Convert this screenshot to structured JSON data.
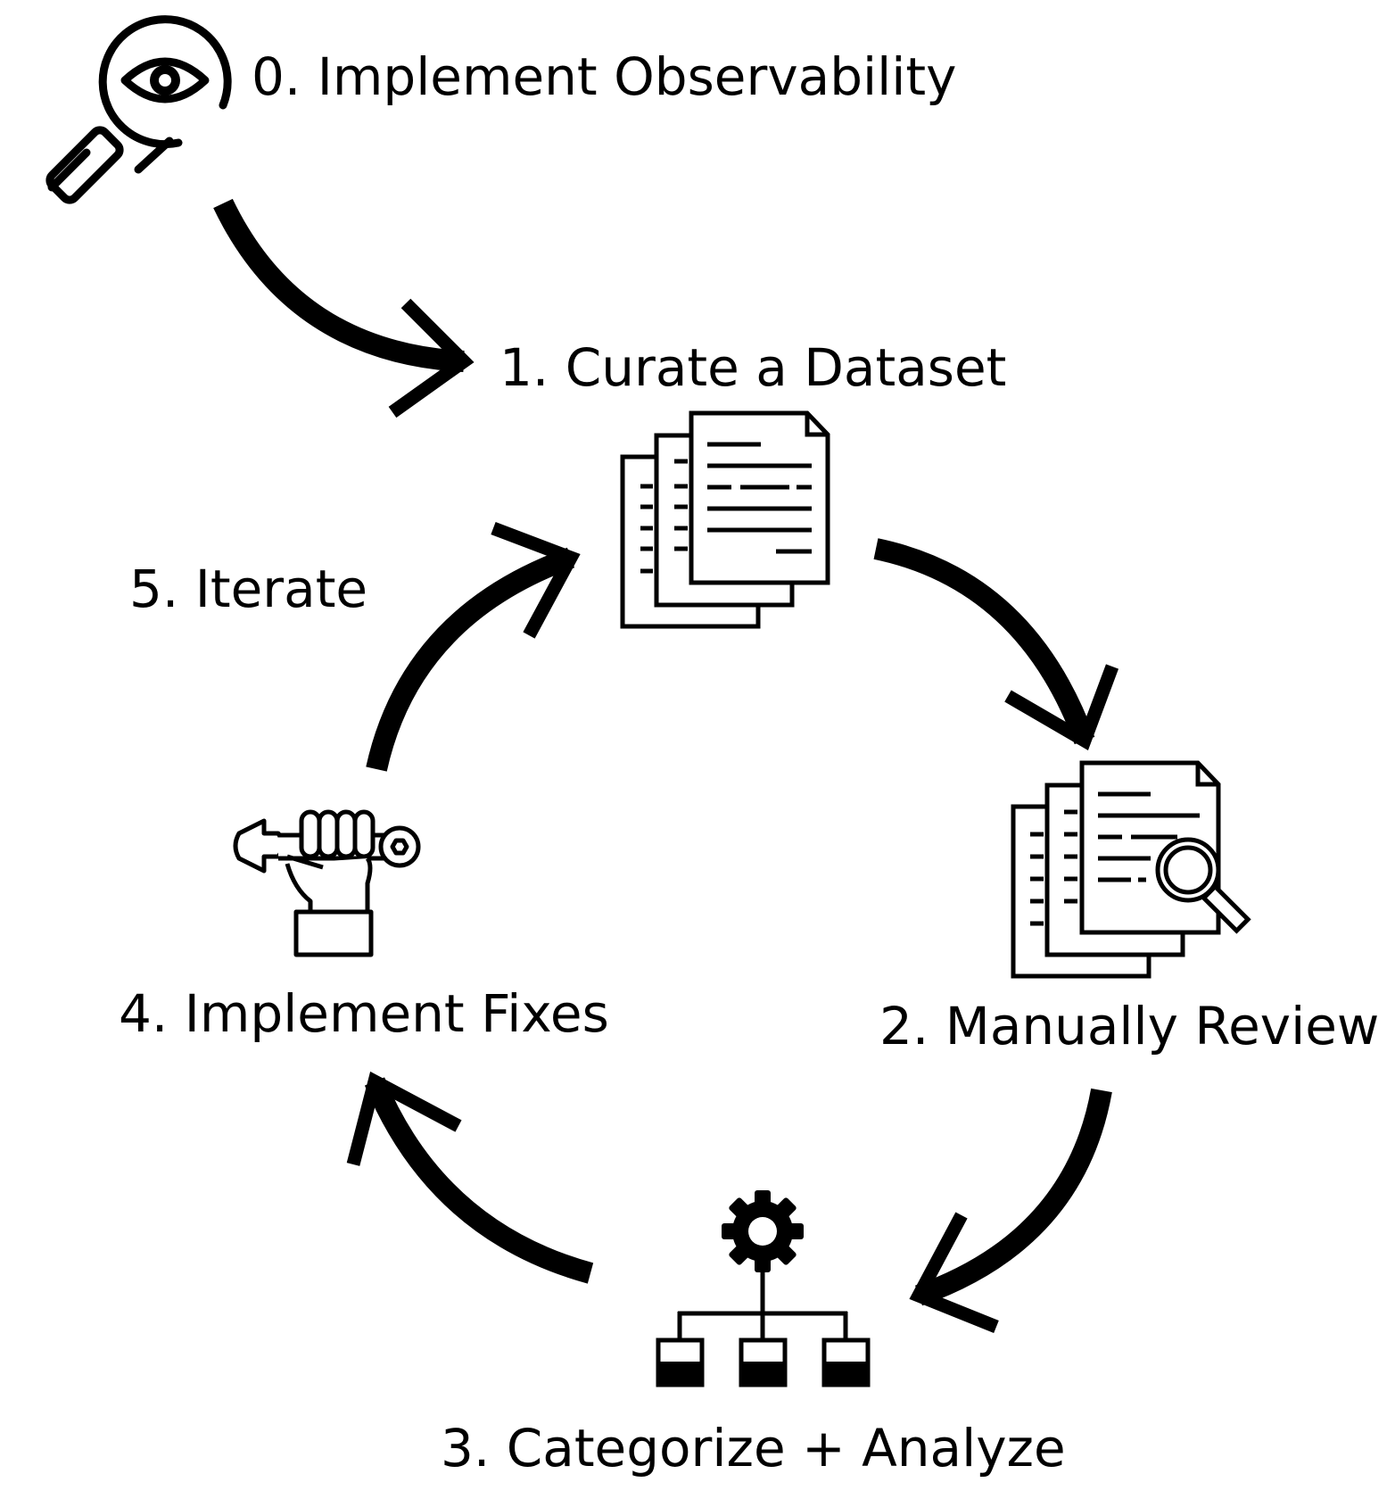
{
  "diagram": {
    "steps": [
      {
        "id": "step0",
        "label": "0. Implement Observability",
        "icon": "magnifier-eye-icon"
      },
      {
        "id": "step1",
        "label": "1. Curate a Dataset",
        "icon": "documents-stack-icon"
      },
      {
        "id": "step2",
        "label": "2. Manually Review",
        "icon": "documents-search-icon"
      },
      {
        "id": "step3",
        "label": "3. Categorize + Analyze",
        "icon": "gear-hierarchy-icon"
      },
      {
        "id": "step4",
        "label": "4. Implement Fixes",
        "icon": "hand-wrench-icon"
      },
      {
        "id": "step5",
        "label": "5. Iterate",
        "icon": ""
      }
    ],
    "flow": [
      {
        "from": "step0",
        "to": "step1"
      },
      {
        "from": "step1",
        "to": "step2"
      },
      {
        "from": "step2",
        "to": "step3"
      },
      {
        "from": "step3",
        "to": "step4"
      },
      {
        "from": "step4",
        "to": "step1"
      }
    ],
    "colors": {
      "stroke": "#000000",
      "background": "#ffffff"
    }
  }
}
